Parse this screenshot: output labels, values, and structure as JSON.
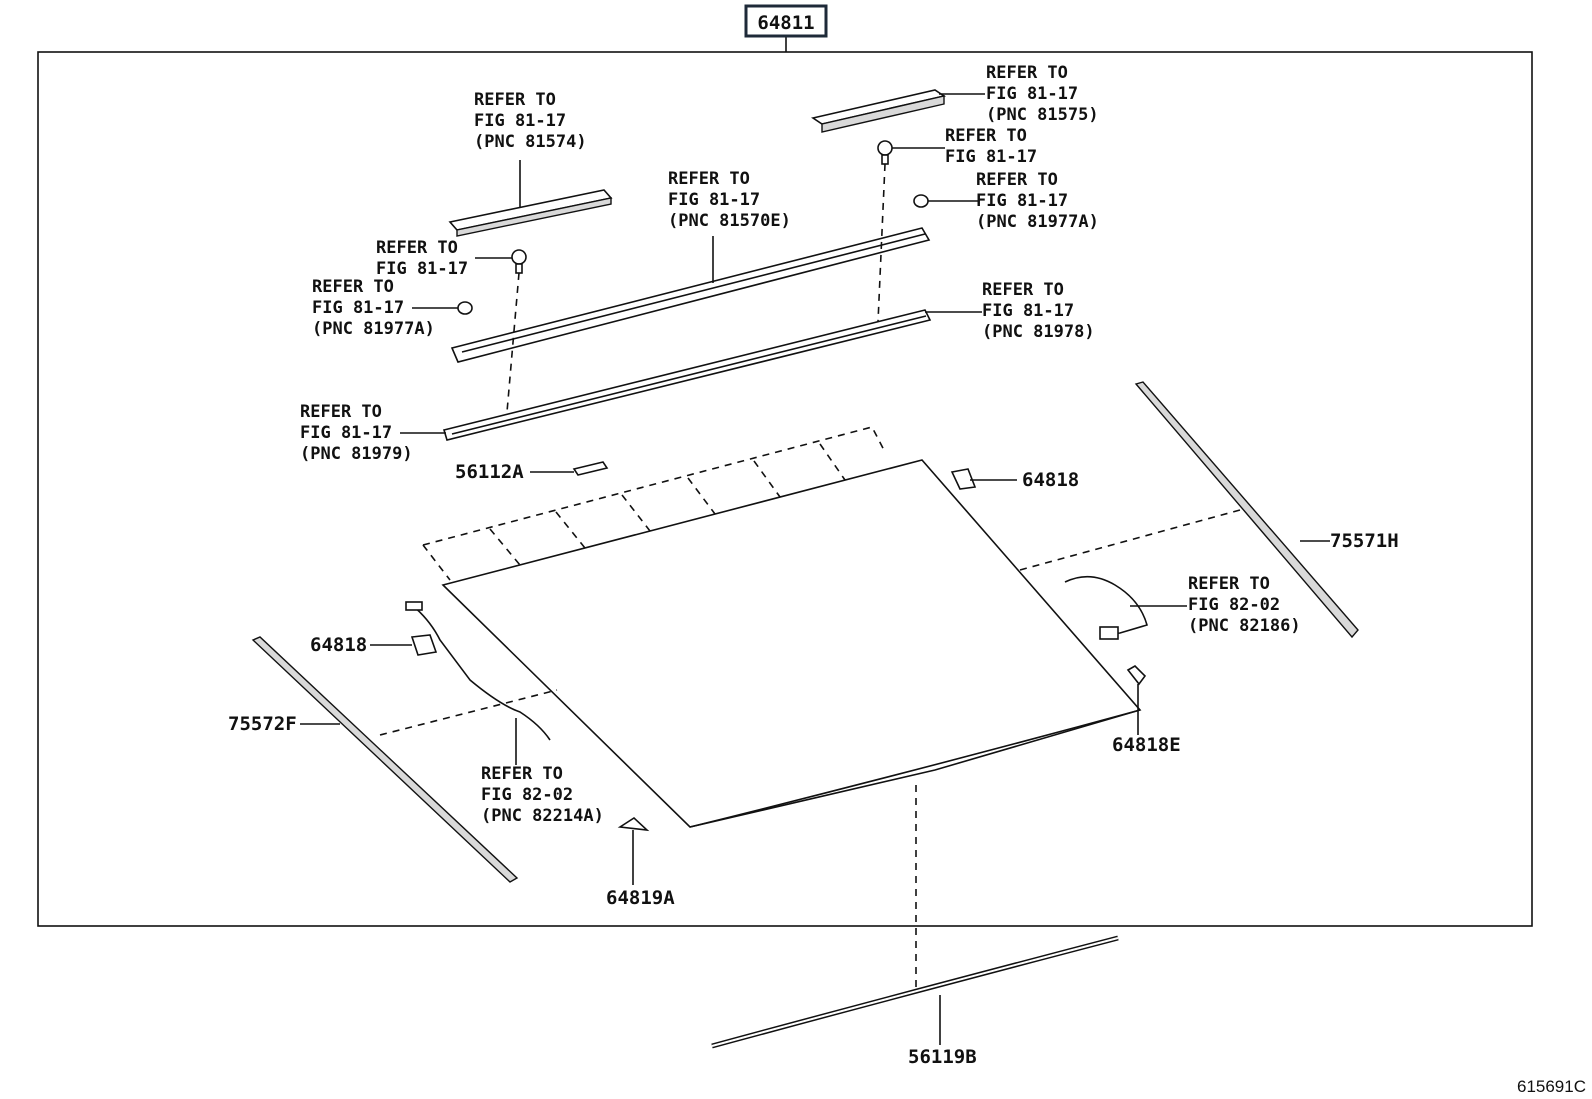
{
  "diagram": {
    "assembly_number": "64811",
    "figure_id": "615691C",
    "callouts": {
      "ref_81574": {
        "line1": "REFER TO",
        "line2": "FIG 81-17",
        "line3": "(PNC 81574)"
      },
      "ref_81575": {
        "line1": "REFER TO",
        "line2": "FIG 81-17",
        "line3": "(PNC 81575)"
      },
      "ref_screw_right": {
        "line1": "REFER TO",
        "line2": "FIG 81-17"
      },
      "ref_81977a_right": {
        "line1": "REFER TO",
        "line2": "FIG 81-17",
        "line3": "(PNC 81977A)"
      },
      "ref_81570e": {
        "line1": "REFER TO",
        "line2": "FIG 81-17",
        "line3": "(PNC 81570E)"
      },
      "ref_screw_left": {
        "line1": "REFER TO",
        "line2": "FIG 81-17"
      },
      "ref_81977a_left": {
        "line1": "REFER TO",
        "line2": "FIG 81-17",
        "line3": "(PNC 81977A)"
      },
      "ref_81978": {
        "line1": "REFER TO",
        "line2": "FIG 81-17",
        "line3": "(PNC 81978)"
      },
      "ref_81979": {
        "line1": "REFER TO",
        "line2": "FIG 81-17",
        "line3": "(PNC 81979)"
      },
      "ref_82186": {
        "line1": "REFER TO",
        "line2": "FIG 82-02",
        "line3": "(PNC 82186)"
      },
      "ref_82214a": {
        "line1": "REFER TO",
        "line2": "FIG 82-02",
        "line3": "(PNC 82214A)"
      }
    },
    "part_numbers": {
      "p56112a": "56112A",
      "p64818_top": "64818",
      "p75571h": "75571H",
      "p64818_left": "64818",
      "p75572f": "75572F",
      "p64818e": "64818E",
      "p64819a": "64819A",
      "p56119b": "56119B"
    }
  }
}
